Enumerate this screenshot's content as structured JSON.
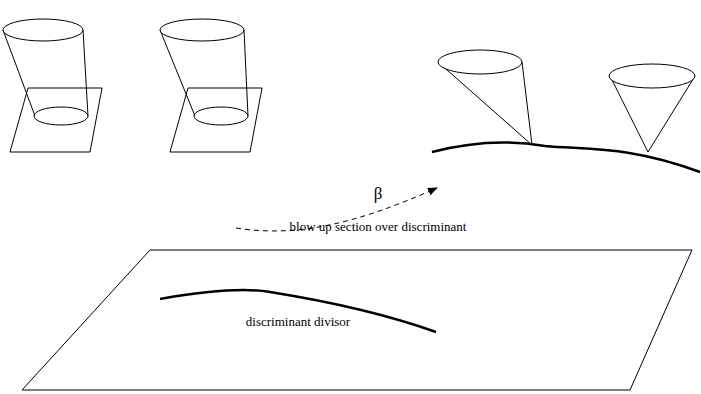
{
  "diagram": {
    "labels": [
      "β",
      "blow up section over discriminant",
      "discriminant divisor"
    ]
  }
}
